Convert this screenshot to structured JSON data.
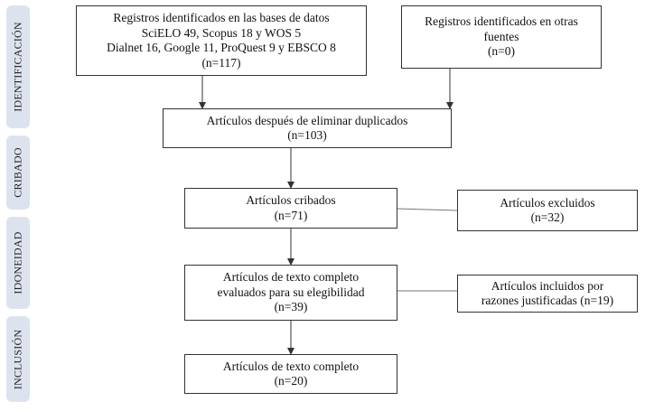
{
  "phases": [
    {
      "id": "identificacion",
      "label": "IDENTIFICACIÓN"
    },
    {
      "id": "cribado",
      "label": "CRIBADO"
    },
    {
      "id": "idoneidad",
      "label": "IDONEIDAD"
    },
    {
      "id": "inclusion",
      "label": "INCLUSIÓN"
    }
  ],
  "boxes": {
    "databases": {
      "lines": [
        "Registros identificados en las bases de datos",
        "SciELO 49, Scopus 18 y WOS 5",
        "Dialnet 16, Google 11, ProQuest 9 y EBSCO 8",
        "(n=117)"
      ]
    },
    "other_sources": {
      "lines": [
        "Registros identificados en otras",
        "fuentes",
        "(n=0)"
      ]
    },
    "after_duplicates": {
      "lines": [
        "Artículos después de eliminar duplicados",
        "(n=103)"
      ]
    },
    "screened": {
      "lines": [
        "Artículos cribados",
        "(n=71)"
      ]
    },
    "excluded": {
      "lines": [
        "Artículos excluidos",
        "(n=32)"
      ]
    },
    "full_text_assessed": {
      "lines": [
        "Artículos de texto completo",
        "evaluados para su elegibilidad",
        "(n=39)"
      ]
    },
    "included_justified": {
      "lines": [
        "Artículos incluidos por",
        "razones justificadas (n=19)"
      ]
    },
    "full_text_included": {
      "lines": [
        "Artículos de texto completo",
        "(n=20)"
      ]
    }
  }
}
